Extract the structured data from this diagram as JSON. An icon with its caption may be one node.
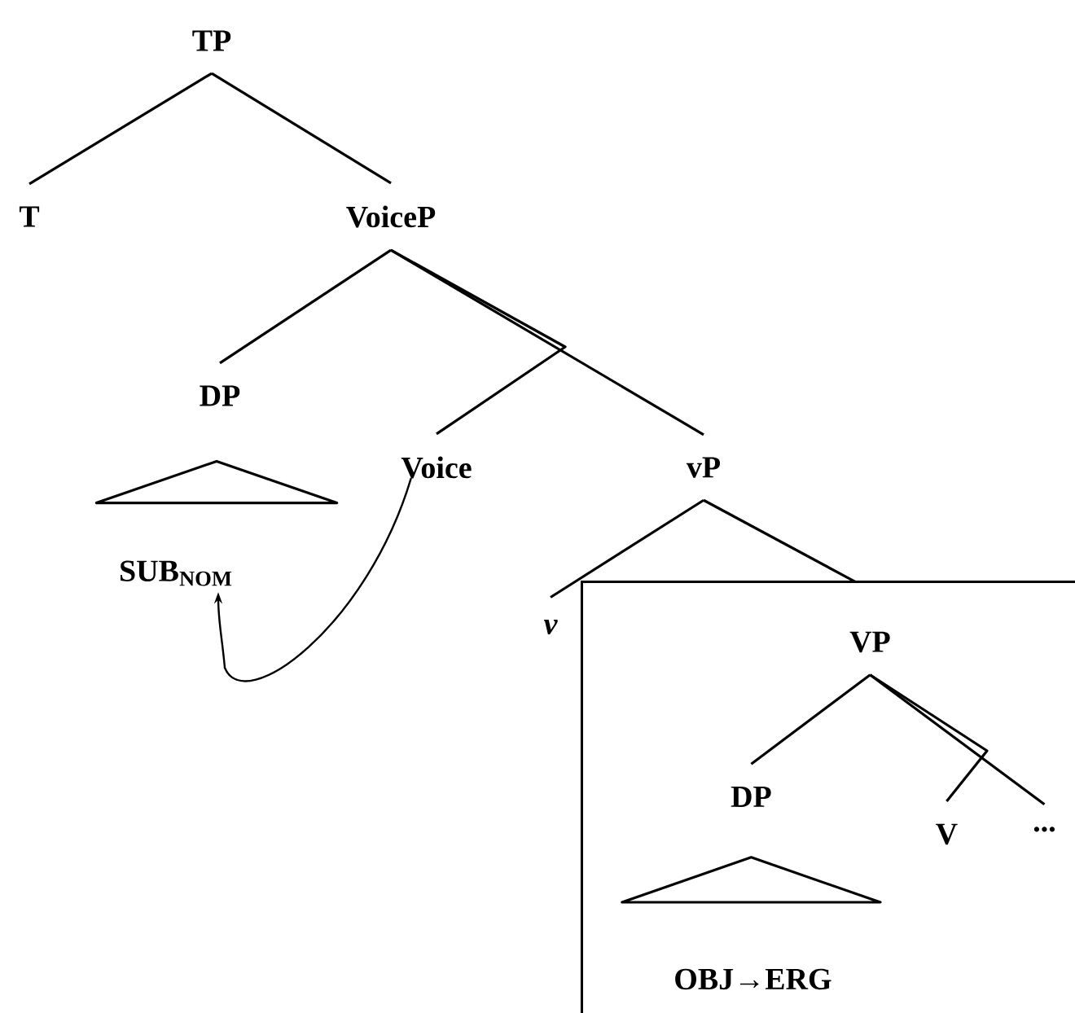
{
  "diagram": {
    "nodes": [
      {
        "text": [
          "TP"
        ]
      },
      {
        "text": [
          "T"
        ]
      },
      {
        "text": [
          "VoiceP"
        ]
      },
      {
        "text": [
          "DP"
        ]
      },
      {
        "text": [
          "Voice"
        ]
      },
      {
        "text": [
          "vP"
        ]
      },
      {
        "text": [],
        "shape": "triangle"
      },
      {
        "text": [
          "SUB$_{NOM}$"
        ]
      },
      {
        "text": [
          "v"
        ]
      },
      {
        "text": [],
        "shape": "box"
      },
      {
        "text": [
          "VP"
        ],
        "in": 9
      },
      {
        "text": [
          "DP"
        ],
        "in": 9
      },
      {
        "text": [
          "V"
        ],
        "in": 9
      },
      {
        "text": [
          "..."
        ],
        "in": 9
      },
      {
        "text": [],
        "shape": "triangle",
        "in": 9
      },
      {
        "text": [
          "OBJ→ERG"
        ],
        "in": 9
      }
    ],
    "edges": [
      {
        "from": 0,
        "to": 1,
        "arrow": "none"
      },
      {
        "from": 0,
        "to": 2,
        "arrow": "none"
      },
      {
        "from": 2,
        "to": 3,
        "arrow": "none"
      },
      {
        "from": 2,
        "to": 4,
        "arrow": "none"
      },
      {
        "from": 2,
        "to": 5,
        "arrow": "none"
      },
      {
        "from": 5,
        "to": 8,
        "arrow": "none"
      },
      {
        "from": 5,
        "to": 9,
        "arrow": "none"
      },
      {
        "from": 10,
        "to": 11,
        "arrow": "none"
      },
      {
        "from": 10,
        "to": 12,
        "arrow": "none"
      },
      {
        "from": 10,
        "to": 13,
        "arrow": "none"
      },
      {
        "from": 4,
        "to": 7,
        "arrow": "to"
      }
    ]
  }
}
